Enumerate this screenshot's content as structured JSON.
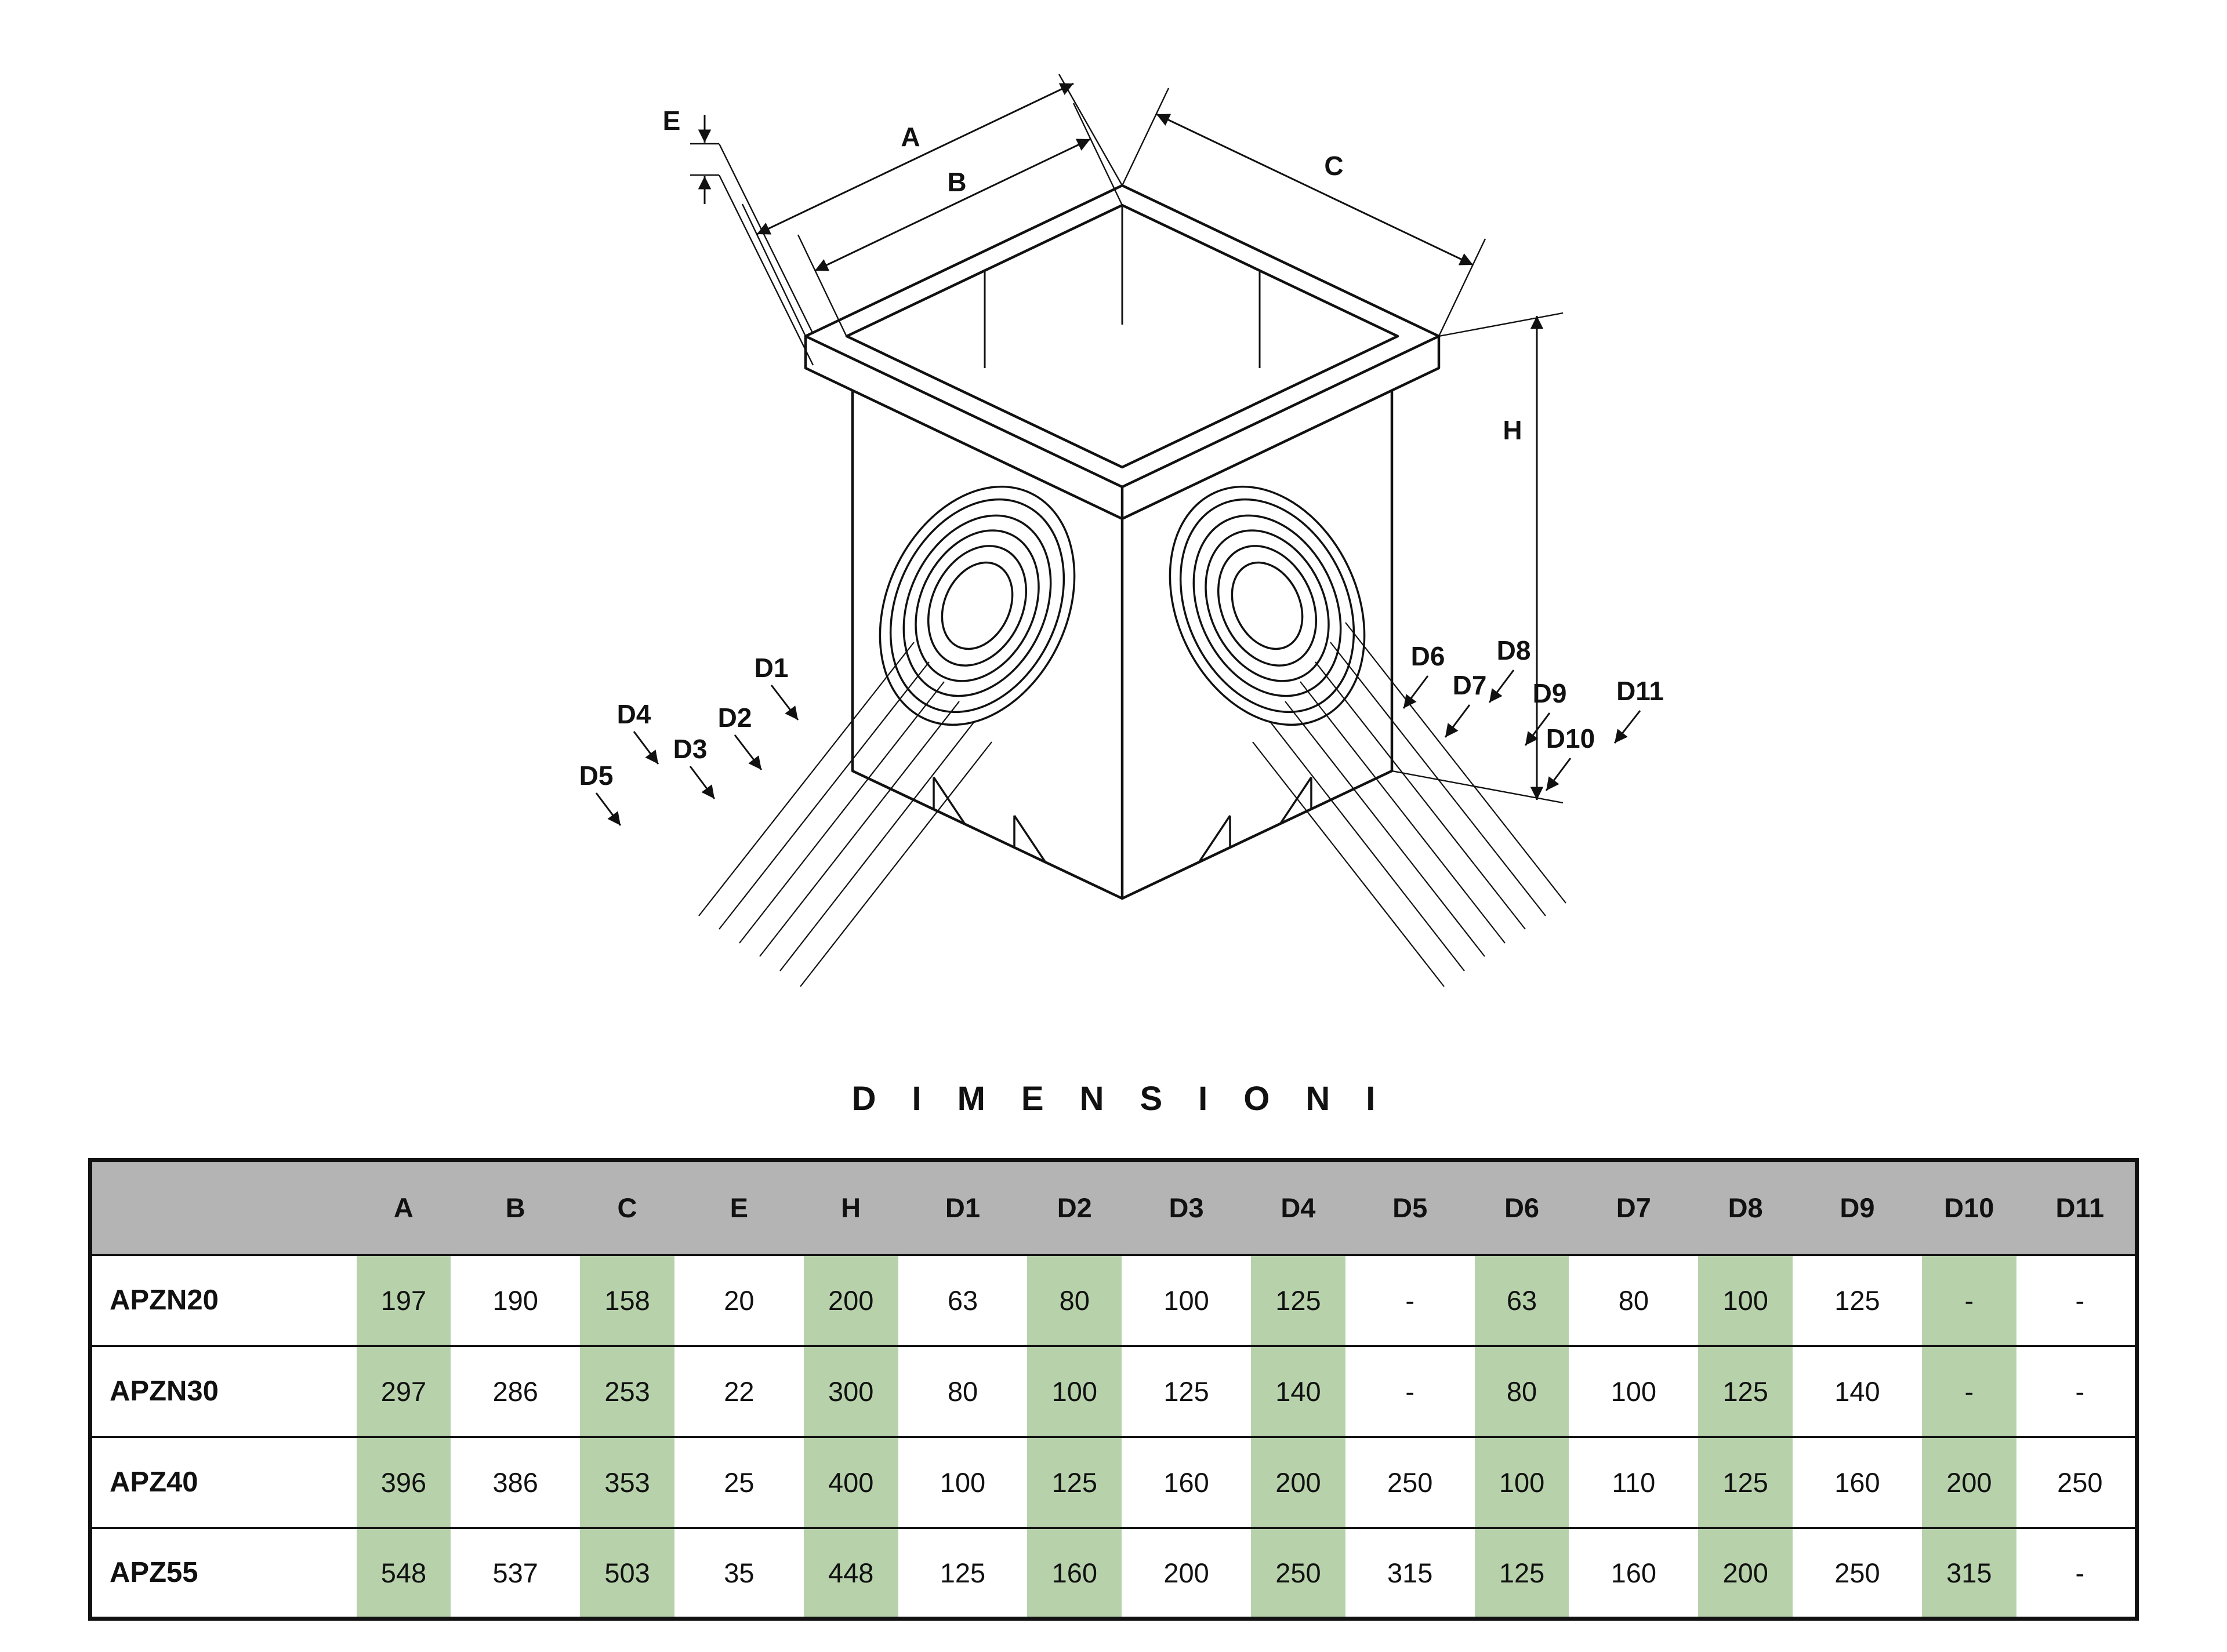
{
  "title": {
    "text": "DIMENSIONI"
  },
  "diagram": {
    "labels": {
      "A": "A",
      "B": "B",
      "C": "C",
      "E": "E",
      "H": "H",
      "D1": "D1",
      "D2": "D2",
      "D3": "D3",
      "D4": "D4",
      "D5": "D5",
      "D6": "D6",
      "D7": "D7",
      "D8": "D8",
      "D9": "D9",
      "D10": "D10",
      "D11": "D11"
    }
  },
  "table": {
    "columns": [
      "A",
      "B",
      "C",
      "E",
      "H",
      "D1",
      "D2",
      "D3",
      "D4",
      "D5",
      "D6",
      "D7",
      "D8",
      "D9",
      "D10",
      "D11"
    ],
    "rows": [
      {
        "model": "APZN20",
        "values": [
          "197",
          "190",
          "158",
          "20",
          "200",
          "63",
          "80",
          "100",
          "125",
          "-",
          "63",
          "80",
          "100",
          "125",
          "-",
          "-"
        ]
      },
      {
        "model": "APZN30",
        "values": [
          "297",
          "286",
          "253",
          "22",
          "300",
          "80",
          "100",
          "125",
          "140",
          "-",
          "80",
          "100",
          "125",
          "140",
          "-",
          "-"
        ]
      },
      {
        "model": "APZ40",
        "values": [
          "396",
          "386",
          "353",
          "25",
          "400",
          "100",
          "125",
          "160",
          "200",
          "250",
          "100",
          "110",
          "125",
          "160",
          "200",
          "250"
        ]
      },
      {
        "model": "APZ55",
        "values": [
          "548",
          "537",
          "503",
          "35",
          "448",
          "125",
          "160",
          "200",
          "250",
          "315",
          "125",
          "160",
          "200",
          "250",
          "315",
          "-"
        ]
      }
    ]
  },
  "colors": {
    "header_bg": "#b4b4b4",
    "green": "#b7d2ab",
    "line": "#111111"
  }
}
